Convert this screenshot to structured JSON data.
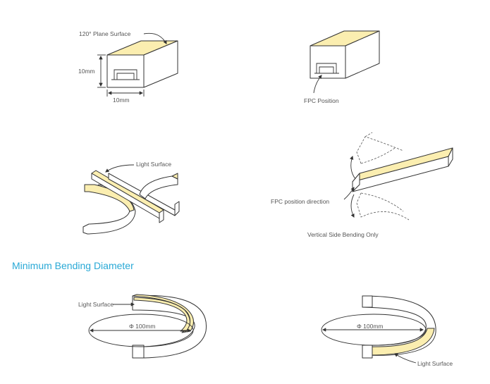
{
  "colors": {
    "light_surface": "#fbeeb0",
    "outline": "#333333",
    "title": "#29a9d6",
    "label": "#555555"
  },
  "profile": {
    "plane_label": "120° Plane Surface",
    "height_label": "10mm",
    "width_label": "10mm"
  },
  "fpc": {
    "position_label": "FPC Position"
  },
  "bending": {
    "light_surface_label": "Light Surface",
    "direction_label": "FPC position direction",
    "vertical_label": "Vertical Side Bending Only"
  },
  "min_bend": {
    "title": "Minimum Bending Diameter",
    "left_light_label": "Light Surface",
    "left_diameter": "Φ 100mm",
    "right_diameter": "Φ 100mm",
    "right_light_label": "Light Surface"
  }
}
